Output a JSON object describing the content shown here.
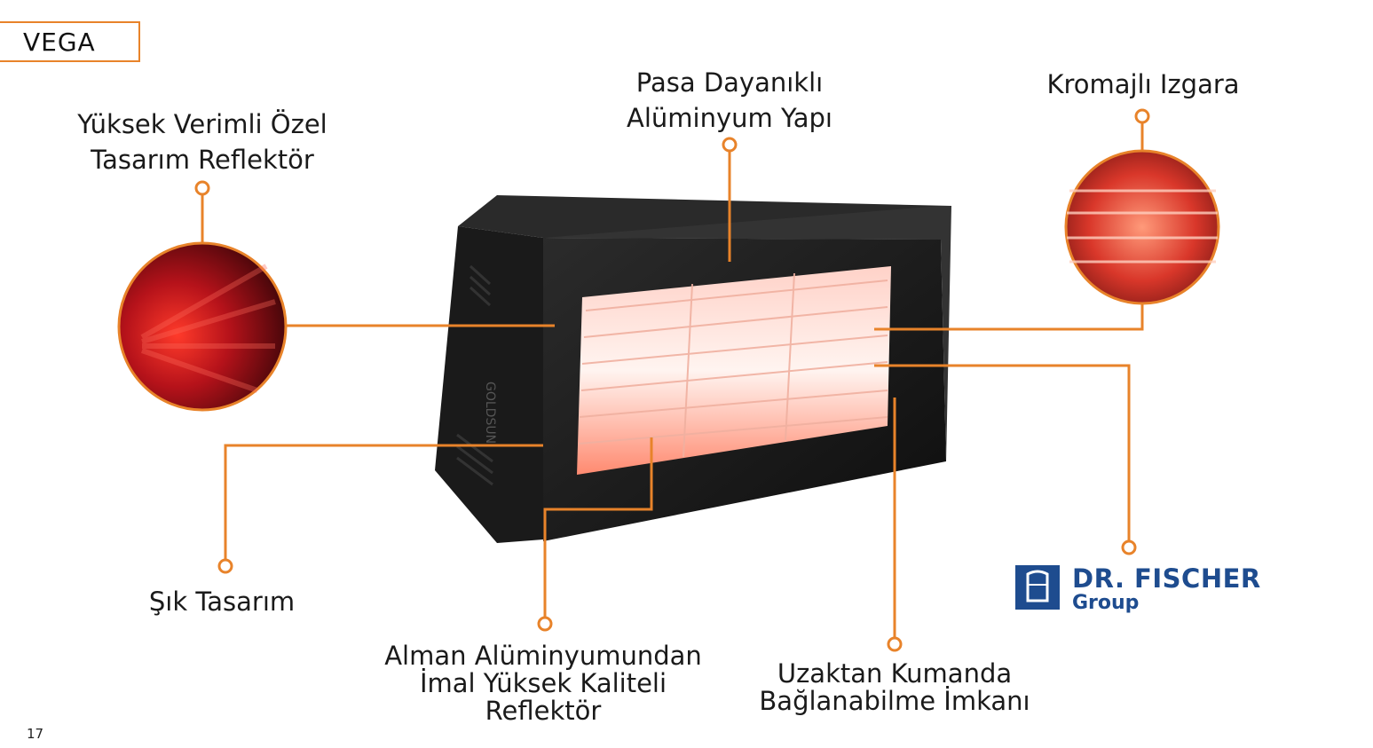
{
  "title": "VEGA",
  "page_number": "17",
  "accent_color": "#e8832a",
  "labels": {
    "reflector": [
      "Yüksek Verimli Özel",
      "Tasarım Reflektör"
    ],
    "aluminium": [
      "Pasa Dayanıklı",
      "Alüminyum Yapı"
    ],
    "grille": [
      "Kromajlı Izgara"
    ],
    "design": [
      "Şık Tasarım"
    ],
    "german_reflector": [
      "Alman Alüminyumundan",
      "İmal Yüksek Kaliteli",
      "Reflektör"
    ],
    "remote": [
      "Uzaktan Kumanda",
      "Bağlanabilme İmkanı"
    ]
  },
  "heater_brand_text": "GOLDSUN",
  "logo": {
    "name": "DR. FISCHER",
    "sub": "Group"
  }
}
